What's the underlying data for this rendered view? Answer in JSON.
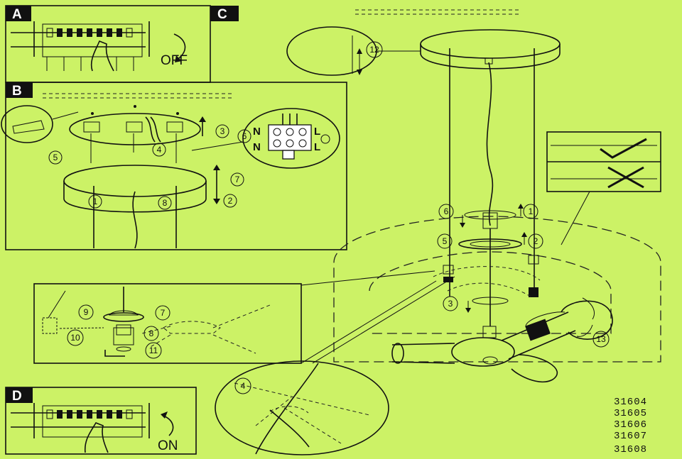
{
  "panels": {
    "a": {
      "label": "A",
      "status": "OFF"
    },
    "b": {
      "label": "B"
    },
    "c": {
      "label": "C"
    },
    "d": {
      "label": "D",
      "status": "ON"
    }
  },
  "terminal": {
    "n_top": "N",
    "l_top": "L",
    "n_bottom": "N",
    "l_bottom": "L"
  },
  "steps": {
    "s1": "1",
    "s2": "2",
    "s3": "3",
    "s4": "4",
    "s5": "5",
    "s6": "6",
    "s7": "7",
    "s8": "8",
    "s9": "9",
    "s10": "10",
    "s11": "11",
    "s12": "12",
    "s13": "13"
  },
  "model_numbers": [
    "31604",
    "31605",
    "31606",
    "31607",
    "31608"
  ]
}
